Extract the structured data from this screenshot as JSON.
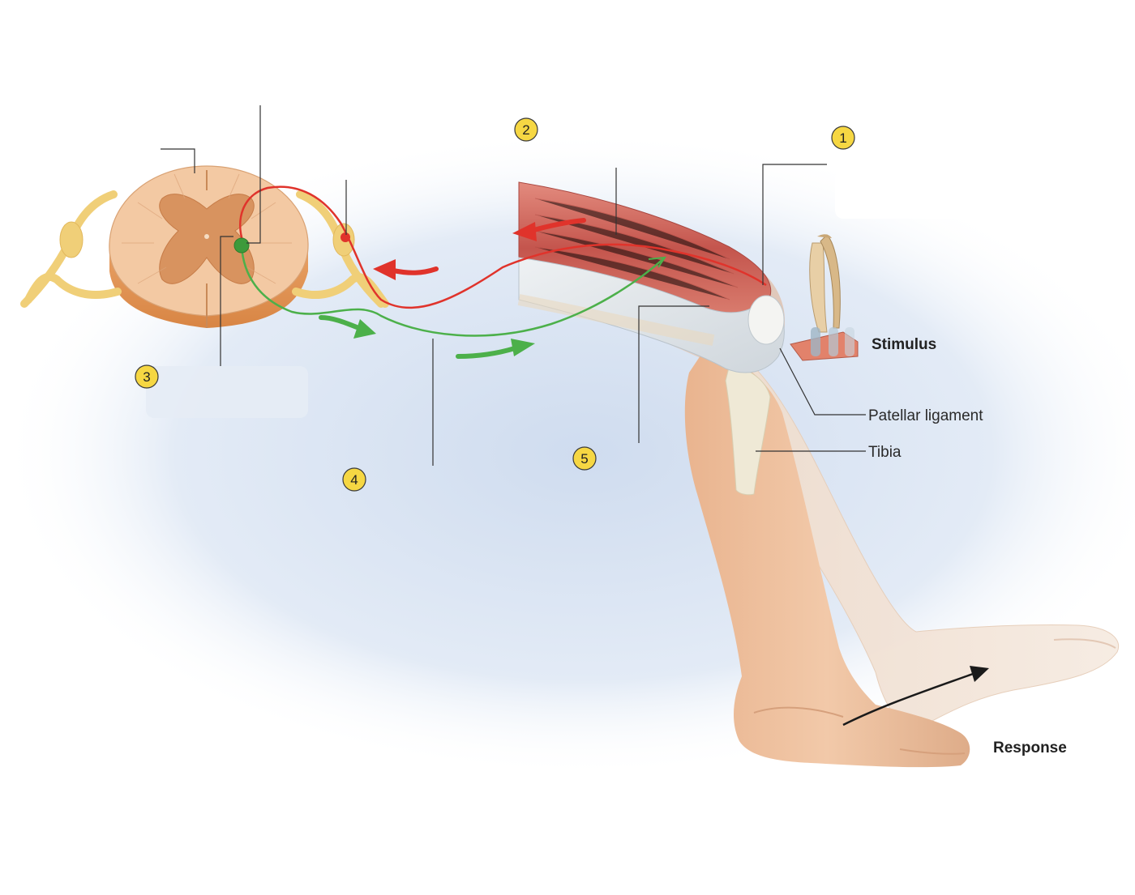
{
  "labels": {
    "stimulus": "Stimulus",
    "patellar_ligament": "Patellar ligament",
    "tibia": "Tibia",
    "response": "Response"
  },
  "steps": [
    "1",
    "2",
    "3",
    "4",
    "5"
  ],
  "colors": {
    "sensory_neuron": "#e0332b",
    "motor_neuron": "#4cb04a",
    "nerve": "#f2d27a",
    "gray_matter": "#d99a67",
    "white_matter": "#f2c7a0",
    "muscle": "#c95a52",
    "skin": "#eec2a2",
    "step_badge": "#f6d743",
    "background_glow": "#dbe6f4"
  }
}
